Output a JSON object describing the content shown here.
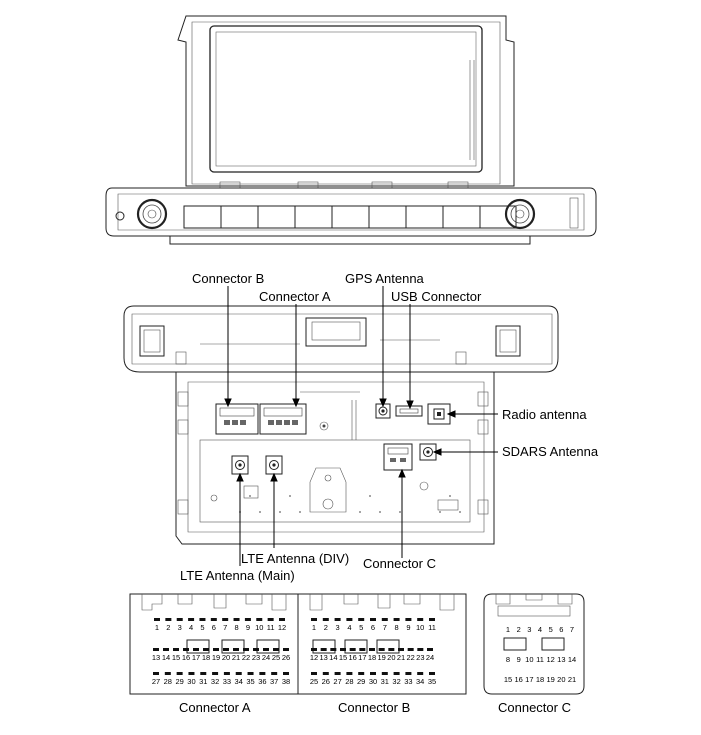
{
  "labels": {
    "connector_b": "Connector B",
    "connector_a": "Connector A",
    "gps_antenna": "GPS Antenna",
    "usb_connector": "USB Connector",
    "radio_antenna": "Radio antenna",
    "sdars_antenna": "SDARS Antenna",
    "lte_div": "LTE Antenna (DIV)",
    "lte_main": "LTE Antenna (Main)",
    "connector_c": "Connector C"
  },
  "pinouts": {
    "a": {
      "caption": "Connector A",
      "rows": [
        [
          "1",
          "2",
          "3",
          "4",
          "5",
          "6",
          "7",
          "8",
          "9",
          "10",
          "11",
          "12"
        ],
        [
          "13",
          "14",
          "15",
          "16",
          "17",
          "18",
          "19",
          "20",
          "21",
          "22",
          "23",
          "24",
          "25",
          "26"
        ],
        [
          "27",
          "28",
          "29",
          "30",
          "31",
          "32",
          "33",
          "34",
          "35",
          "36",
          "37",
          "38"
        ]
      ]
    },
    "b": {
      "caption": "Connector B",
      "rows": [
        [
          "1",
          "2",
          "3",
          "4",
          "5",
          "6",
          "7",
          "8",
          "9",
          "10",
          "11"
        ],
        [
          "12",
          "13",
          "14",
          "15",
          "16",
          "17",
          "18",
          "19",
          "20",
          "21",
          "22",
          "23",
          "24"
        ],
        [
          "25",
          "26",
          "27",
          "28",
          "29",
          "30",
          "31",
          "32",
          "33",
          "34",
          "35"
        ]
      ]
    },
    "c": {
      "caption": "Connector C",
      "rows": [
        [
          "1",
          "2",
          "3",
          "4",
          "5",
          "6",
          "7"
        ],
        [
          "8",
          "9",
          "10",
          "11",
          "12",
          "13",
          "14"
        ],
        [
          "15",
          "16",
          "17",
          "18",
          "19",
          "20",
          "21"
        ]
      ]
    }
  }
}
